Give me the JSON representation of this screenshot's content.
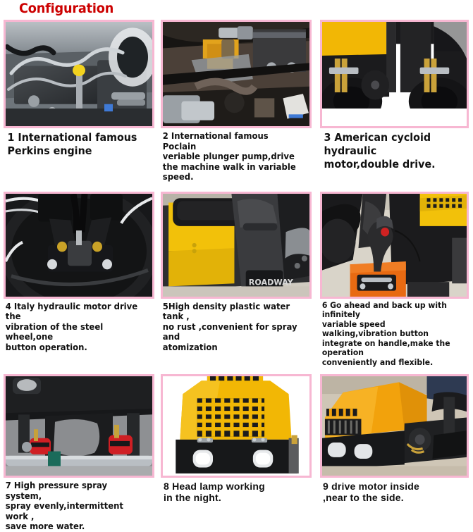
{
  "page": {
    "title": "Configuration",
    "title_color": "#cc0000",
    "background": "#ffffff",
    "frame_border_color": "#f7b7d2",
    "caption_color": "#111111"
  },
  "items": [
    {
      "number": "1",
      "caption": "1 International famous\nPerkins engine",
      "image_name": "perkins-engine-photo",
      "image_alt": "Close-up of a Perkins diesel engine with fuel lines and a yellow dipstick handle",
      "palette": {
        "a": "#9aa2a8",
        "b": "#5c6268",
        "c": "#2b2f33",
        "accent": "#f2d21e"
      }
    },
    {
      "number": "2",
      "caption": "2 International famous Poclain\nveriable plunger pump,drive\nthe machine walk in variable speed.",
      "image_name": "poclain-plunger-pump-photo",
      "image_alt": "Poclain variable plunger pump assembly with hydraulic hose and linkage",
      "palette": {
        "a": "#6f5a46",
        "b": "#3a3430",
        "c": "#1d1a18",
        "accent": "#e2a31c"
      }
    },
    {
      "number": "3",
      "caption": "3 American cycloid hydraulic\n motor,double drive.",
      "image_name": "cycloid-hydraulic-motor-photo",
      "image_alt": "Rear view of the roller drums with American cycloid hydraulic motors, double drive",
      "palette": {
        "a": "#f2b705",
        "b": "#1b1b1d",
        "c": "#ffffff",
        "accent": "#8c8c90"
      }
    },
    {
      "number": "4",
      "caption": "4 Italy hydraulic motor drive the\nvibration of the steel wheel,one\n button operation.",
      "image_name": "italy-vibration-motor-photo",
      "image_alt": "Italian hydraulic vibration motor mounted inside the steel drum wheel",
      "palette": {
        "a": "#17181a",
        "b": "#2d2f32",
        "c": "#8d8f93",
        "accent": "#c9a227"
      }
    },
    {
      "number": "5",
      "caption": "5High density plastic water tank ,\nno rust ,convenient for spray and\n atomization",
      "image_name": "water-tank-seat-photo",
      "image_alt": "Operator seat above the yellow high density plastic water tank with ROADWAY branding",
      "palette": {
        "a": "#f2c10a",
        "b": "#1a1a1c",
        "c": "#3d3f42",
        "accent": "#d8d8d8"
      }
    },
    {
      "number": "6",
      "caption": "6 Go ahead and back up with infinitely\nvariable speed walking,vibration button\nintegrate on handle,make the operation\nconveniently and flexible.",
      "image_name": "control-handle-photo",
      "image_alt": "Forward/reverse control handle with integrated red vibration button on an orange console",
      "palette": {
        "a": "#e86a12",
        "b": "#1b1b1d",
        "c": "#f2c10a",
        "accent": "#cf2222"
      }
    },
    {
      "number": "7",
      "caption": "7 High pressure spray system,\nspray evenly,intermittent work ,\nsave more water.",
      "image_name": "spray-system-photo",
      "image_alt": "High pressure water spray nozzles in red under the machine frame",
      "palette": {
        "a": "#1e1f21",
        "b": "#8c8f93",
        "c": "#b9bcc0",
        "accent": "#cf1f24"
      }
    },
    {
      "number": "8",
      "caption": "8 Head lamp working\nin the night.",
      "image_name": "head-lamp-photo",
      "image_alt": "Front view of the yellow roller hood with grille and two head lamps",
      "palette": {
        "a": "#f2b705",
        "b": "#17181a",
        "c": "#ffffff",
        "accent": "#e8e8e8"
      }
    },
    {
      "number": "9",
      "caption": "9 drive motor inside\n,near to the side.",
      "image_name": "drive-motor-inside-photo",
      "image_alt": "Side view of the machine showing the drive motor located inside near the side",
      "palette": {
        "a": "#f2a20c",
        "b": "#1b1b1d",
        "c": "#cfc6b6",
        "accent": "#8d8f93"
      }
    }
  ]
}
